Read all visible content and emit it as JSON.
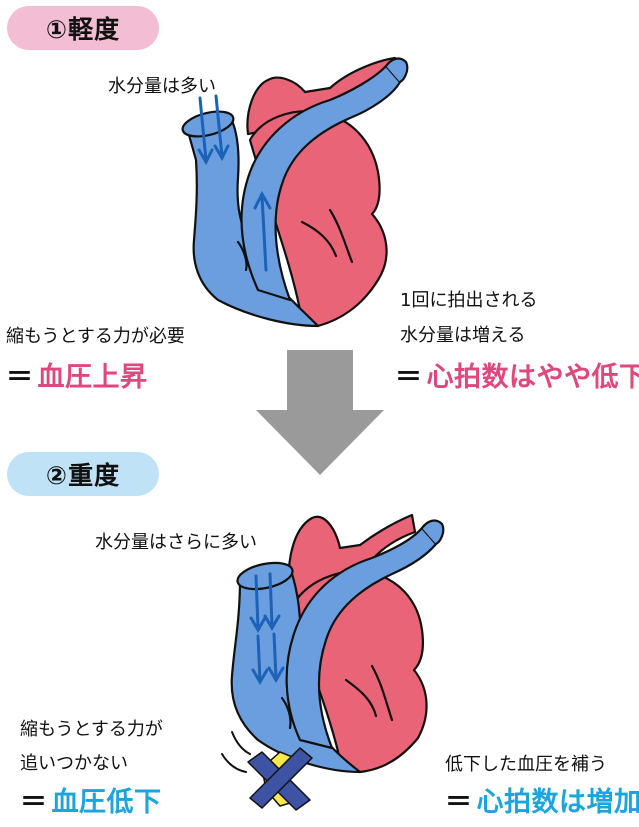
{
  "mild": {
    "badge": "①軽度",
    "water_label": "水分量は多い",
    "left_text": "縮もうとする力が必要",
    "left_eq": "＝",
    "left_result": "血圧上昇",
    "right_text_1": "1回に拍出される",
    "right_text_2": "水分量は増える",
    "right_eq": "＝",
    "right_result": "心拍数はやや低下"
  },
  "severe": {
    "badge": "②重度",
    "water_label": "水分量はさらに多い",
    "left_text_1": "縮もうとする力が",
    "left_text_2": "追いつかない",
    "left_eq": "＝",
    "left_result": "血圧低下",
    "right_text": "低下した血圧を補う",
    "right_eq": "＝",
    "right_result": "心拍数は増加"
  },
  "colors": {
    "heart_red": "#e96477",
    "heart_blue": "#6a9edf",
    "pink_accent": "#e2467f",
    "blue_accent": "#1ba4de",
    "arrow_gray": "#9a9a9a",
    "x_mark_blue": "#3f53a5",
    "x_mark_yellow": "#f8e84a"
  },
  "icons": {
    "down_arrow": "gray-down-arrow",
    "failure_mark": "x-mark-icon"
  }
}
